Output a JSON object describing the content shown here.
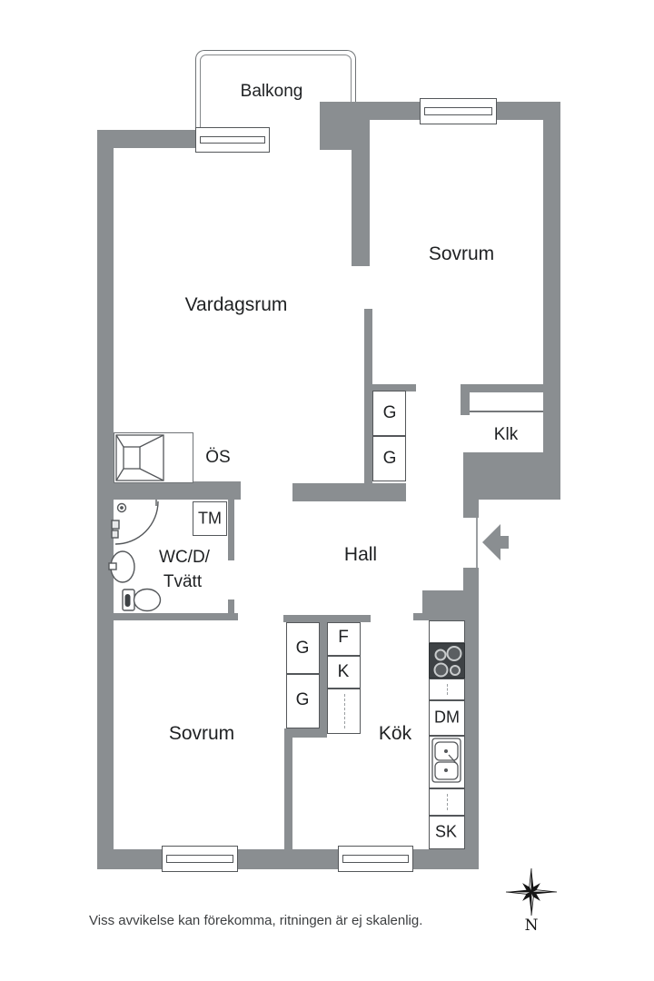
{
  "rooms": {
    "balkong": "Balkong",
    "vardagsrum": "Vardagsrum",
    "sovrum_right": "Sovrum",
    "sovrum_left": "Sovrum",
    "hall": "Hall",
    "kok": "Kök",
    "klk": "Klk",
    "wc_line1": "WC/D/",
    "wc_line2": "Tvätt"
  },
  "labels": {
    "os": "ÖS",
    "tm": "TM",
    "dm": "DM",
    "sk": "SK",
    "f": "F",
    "k": "K",
    "g_hall_top": "G",
    "g_hall_bottom": "G",
    "g_bedroom_top": "G",
    "g_bedroom_bottom": "G"
  },
  "compass": {
    "north_label": "N"
  },
  "note": "Viss avvikelse kan förekomma, ritningen är ej skalenlig.",
  "colors": {
    "wall": "#8a8e91",
    "stove": "#3e4245",
    "text": "#1f2123"
  }
}
